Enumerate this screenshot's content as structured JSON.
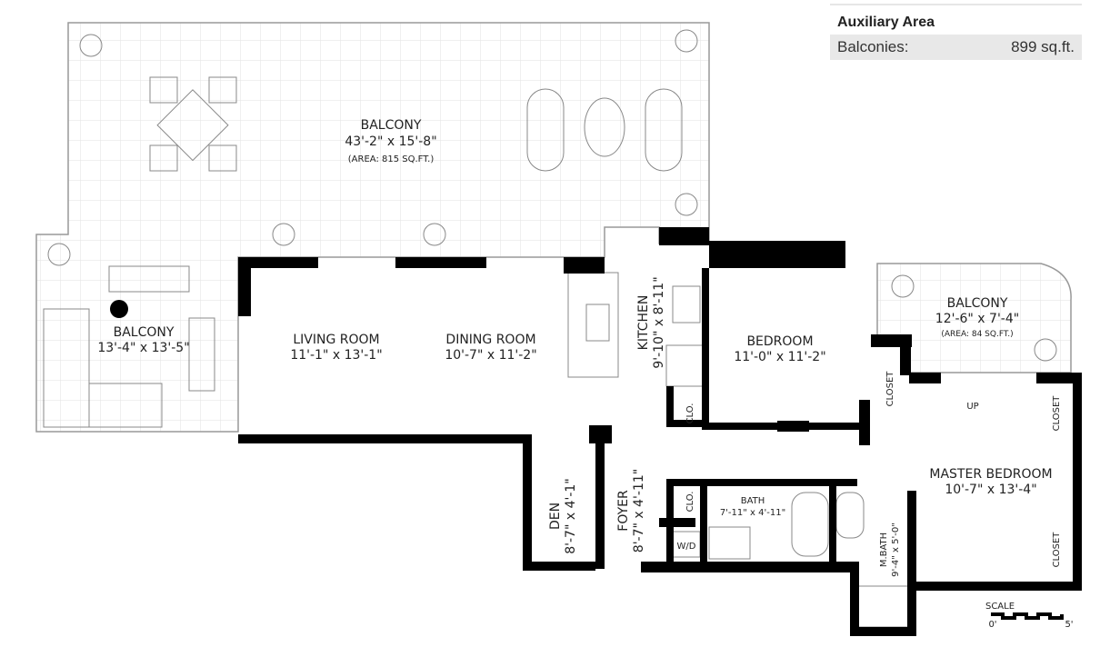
{
  "auxiliary": {
    "title": "Auxiliary Area",
    "label": "Balconies:",
    "value": "899 sq.ft."
  },
  "rooms": {
    "balcony_main": {
      "name": "BALCONY",
      "dims": "43'-2\" x 15'-8\"",
      "area": "(AREA: 815 SQ.FT.)"
    },
    "balcony_left": {
      "name": "BALCONY",
      "dims": "13'-4\" x 13'-5\""
    },
    "living": {
      "name": "LIVING ROOM",
      "dims": "11'-1\" x 13'-1\""
    },
    "dining": {
      "name": "DINING ROOM",
      "dims": "10'-7\" x 11'-2\""
    },
    "kitchen": {
      "name": "KITCHEN",
      "dims": "9'-10\" x 8'-11\""
    },
    "bedroom": {
      "name": "BEDROOM",
      "dims": "11'-0\" x 11'-2\""
    },
    "balcony_right": {
      "name": "BALCONY",
      "dims": "12'-6\" x 7'-4\"",
      "area": "(AREA: 84 SQ.FT.)"
    },
    "closet_bedroom": {
      "name": "CLOSET"
    },
    "clo_kitchen": {
      "name": "CLO."
    },
    "up": {
      "name": "UP"
    },
    "master": {
      "name": "MASTER BEDROOM",
      "dims": "10'-7\" x 13'-4\""
    },
    "closet_master_top": {
      "name": "CLOSET"
    },
    "closet_master_bottom": {
      "name": "CLOSET"
    },
    "den": {
      "name": "DEN",
      "dims": "8'-7\" x 4'-1\""
    },
    "foyer": {
      "name": "FOYER",
      "dims": "8'-7\" x 4'-11\""
    },
    "clo_foyer": {
      "name": "CLO."
    },
    "wd": {
      "name": "W/D"
    },
    "bath": {
      "name": "BATH",
      "dims": "7'-11\" x 4'-11\""
    },
    "mbath": {
      "name": "M.BATH",
      "dims": "9'-4\" x 5'-0\""
    }
  },
  "scale": {
    "label": "SCALE",
    "start": "0'",
    "end": "5'"
  }
}
